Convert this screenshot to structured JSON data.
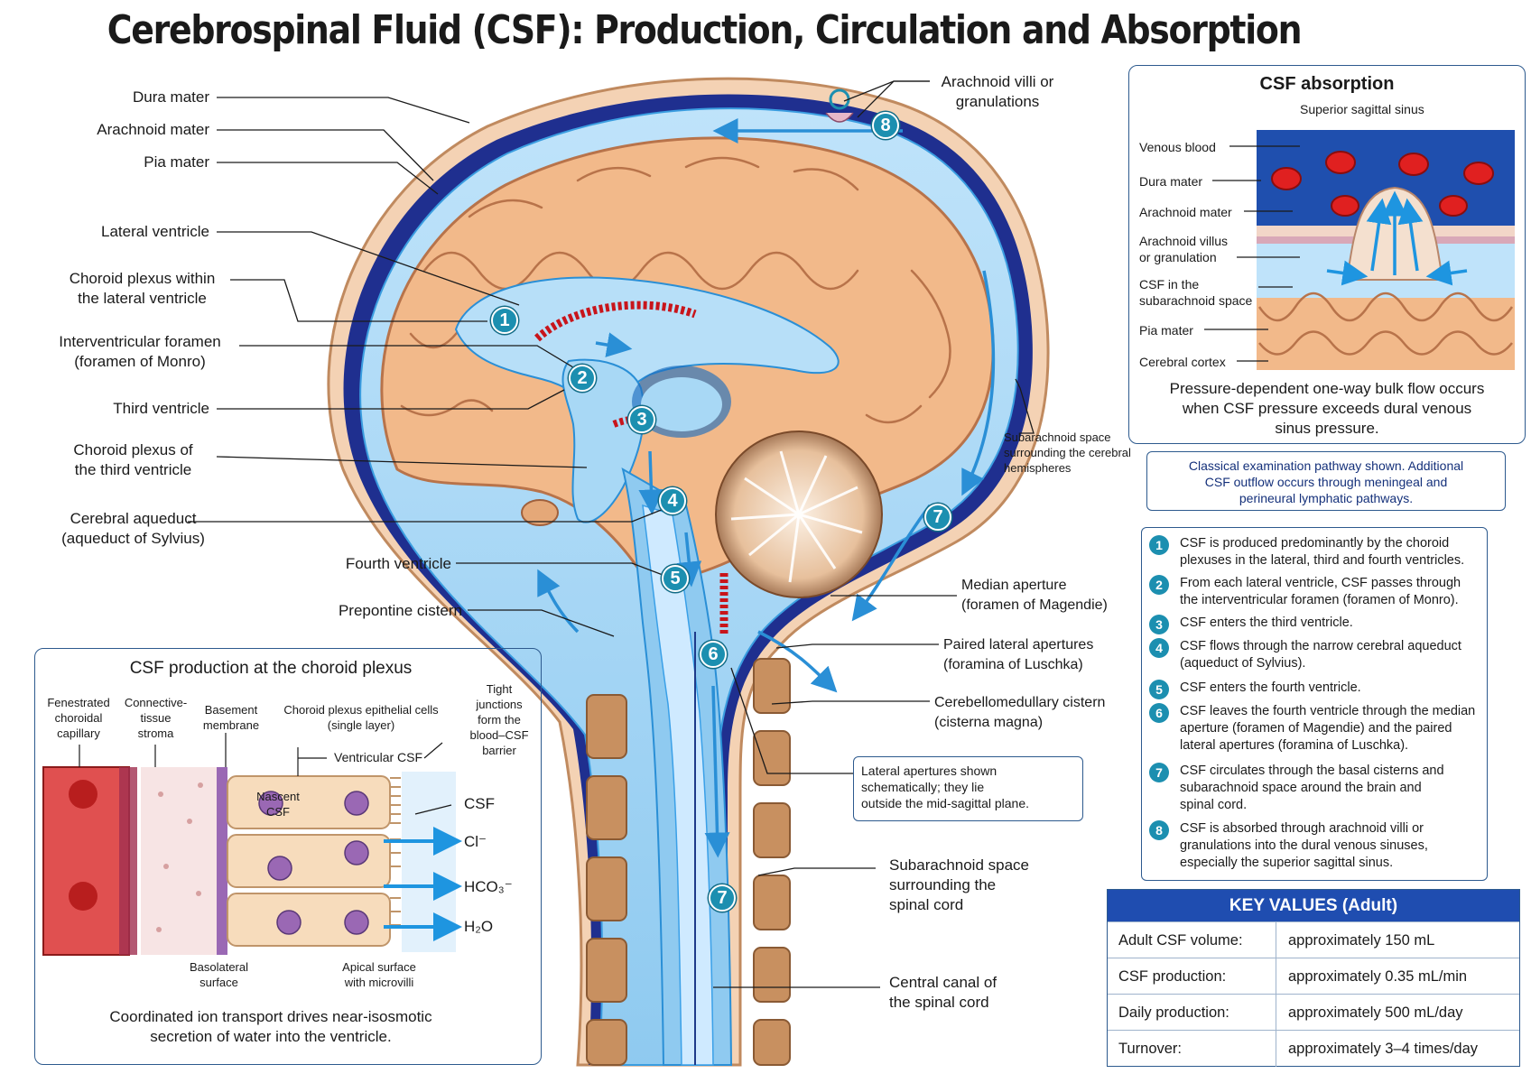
{
  "title": "Cerebrospinal Fluid (CSF): Production, Circulation and Absorption",
  "left_labels": {
    "dura": "Dura mater",
    "arachnoid": "Arachnoid mater",
    "pia": "Pia mater",
    "lateral_ventricle": "Lateral ventricle",
    "choroid_lateral_1": "Choroid plexus within",
    "choroid_lateral_2": "the lateral ventricle",
    "foramen_1": "Interventricular foramen",
    "foramen_2": "(foramen of Monro)",
    "third_ventricle": "Third ventricle",
    "choroid_third_1": "Choroid plexus of",
    "choroid_third_2": "the third ventricle",
    "aqueduct_1": "Cerebral aqueduct",
    "aqueduct_2": "(aqueduct of Sylvius)",
    "fourth_ventricle": "Fourth ventricle",
    "prepontine": "Prepontine cistern"
  },
  "right_labels": {
    "villi_1": "Arachnoid villi or",
    "villi_2": "granulations",
    "subarachnoid_hemi_1": "Subarachnoid space",
    "subarachnoid_hemi_2": "surrounding the cerebral",
    "subarachnoid_hemi_3": "hemispheres",
    "median_1": "Median aperture",
    "median_2": "(foramen of Magendie)",
    "lateral_ap_1": "Paired lateral apertures",
    "lateral_ap_2": "(foramina of Luschka)",
    "cisterna_1": "Cerebellomedullary cistern",
    "cisterna_2": "(cisterna magna)",
    "spinal_sub_1": "Subarachnoid space",
    "spinal_sub_2": "surrounding the",
    "spinal_sub_3": "spinal cord",
    "central_1": "Central canal of",
    "central_2": "the spinal cord"
  },
  "lateral_note": {
    "line1": "Lateral apertures shown",
    "line2": "schematically; they lie",
    "line3": "outside the mid-sagittal plane."
  },
  "diagram_badges": [
    "1",
    "2",
    "3",
    "4",
    "5",
    "6",
    "7",
    "7",
    "8"
  ],
  "absorption": {
    "title": "CSF absorption",
    "sinus": "Superior sagittal sinus",
    "venous": "Venous blood",
    "dura": "Dura mater",
    "arachnoid": "Arachnoid mater",
    "villus_1": "Arachnoid villus",
    "villus_2": "or granulation",
    "csf_1": "CSF in the",
    "csf_2": "subarachnoid space",
    "pia": "Pia mater",
    "cortex": "Cerebral cortex",
    "caption_1": "Pressure-dependent one-way bulk flow occurs",
    "caption_2": "when CSF pressure exceeds dural venous",
    "caption_3": "sinus pressure."
  },
  "classical_note": {
    "line1": "Classical examination pathway shown. Additional",
    "line2": "CSF outflow occurs through meningeal and",
    "line3": "perineural lymphatic pathways."
  },
  "steps": [
    {
      "n": "1",
      "l1": "CSF is produced predominantly by the choroid",
      "l2": "plexuses in the lateral, third and fourth ventricles.",
      "l3": ""
    },
    {
      "n": "2",
      "l1": "From each lateral ventricle, CSF passes through",
      "l2": "the interventricular foramen (foramen of Monro).",
      "l3": ""
    },
    {
      "n": "3",
      "l1": "CSF enters the third ventricle.",
      "l2": "",
      "l3": ""
    },
    {
      "n": "4",
      "l1": "CSF flows through the narrow cerebral aqueduct",
      "l2": "(aqueduct of Sylvius).",
      "l3": ""
    },
    {
      "n": "5",
      "l1": "CSF enters the fourth ventricle.",
      "l2": "",
      "l3": ""
    },
    {
      "n": "6",
      "l1": "CSF leaves the fourth ventricle through the median",
      "l2": "aperture (foramen of Magendie) and the paired",
      "l3": "lateral apertures (foramina of Luschka)."
    },
    {
      "n": "7",
      "l1": "CSF circulates through the basal cisterns and",
      "l2": "subarachnoid space around the brain and",
      "l3": "spinal cord."
    },
    {
      "n": "8",
      "l1": "CSF is absorbed through arachnoid villi or",
      "l2": "granulations into the dural venous sinuses,",
      "l3": "especially the superior sagittal sinus."
    }
  ],
  "key_values": {
    "title": "KEY VALUES (Adult)",
    "rows": [
      {
        "k": "Adult CSF volume:",
        "v": "approximately 150 mL"
      },
      {
        "k": "CSF production:",
        "v": "approximately 0.35 mL/min"
      },
      {
        "k": "Daily production:",
        "v": "approximately 500 mL/day"
      },
      {
        "k": "Turnover:",
        "v": "approximately 3–4 times/day"
      }
    ]
  },
  "production": {
    "title": "CSF production at the choroid plexus",
    "fenestrated_1": "Fenestrated",
    "fenestrated_2": "choroidal",
    "fenestrated_3": "capillary",
    "stroma_1": "Connective-",
    "stroma_2": "tissue",
    "stroma_3": "stroma",
    "basement_1": "Basement",
    "basement_2": "membrane",
    "epithelial_1": "Choroid plexus epithelial cells",
    "epithelial_2": "(single layer)",
    "tight_1": "Tight",
    "tight_2": "junctions",
    "tight_3": "form the",
    "tight_4": "blood–CSF",
    "tight_5": "barrier",
    "ventricular": "Ventricular CSF",
    "nascent_1": "Nascent",
    "nascent_2": "CSF",
    "out_csf": "CSF",
    "out_cl": "Cl⁻",
    "out_hco3": "HCO₃⁻",
    "out_h2o": "H₂O",
    "basolateral_1": "Basolateral",
    "basolateral_2": "surface",
    "apical_1": "Apical surface",
    "apical_2": "with microvilli",
    "caption_1": "Coordinated ion transport drives near-isosmotic",
    "caption_2": "secretion of water into the ventricle."
  },
  "colors": {
    "csf": "#a8d8f5",
    "csf_dark": "#2a8fd6",
    "dura": "#1a2a8a",
    "brain": "#f2b98a",
    "brain_outline": "#b8734a",
    "choroid": "#c8151b",
    "badge": "#1c8fb0",
    "panel_border": "#2d5a8e",
    "header_blue": "#1f4db0"
  }
}
